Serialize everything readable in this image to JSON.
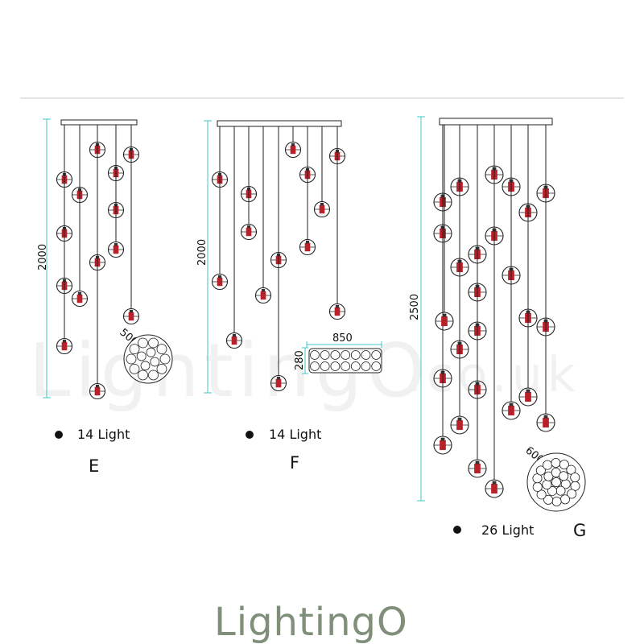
{
  "watermark": {
    "text": "LightingO",
    "suffix": ".co.uk"
  },
  "logo": {
    "text": "LightingO"
  },
  "colors": {
    "dimension": "#3fc8c8",
    "wire": "#222222",
    "bulb": "#b8202a",
    "logo": "#7f8f7a"
  },
  "models": [
    {
      "letter": "E",
      "lights_label": "14 Light",
      "height_label": "2000",
      "width_label": "500"
    },
    {
      "letter": "F",
      "lights_label": "14 Light",
      "height_label": "2000",
      "width_label": "850",
      "depth_label": "280"
    },
    {
      "letter": "G",
      "lights_label": "26 Light",
      "height_label": "2500",
      "width_label": "600"
    }
  ]
}
